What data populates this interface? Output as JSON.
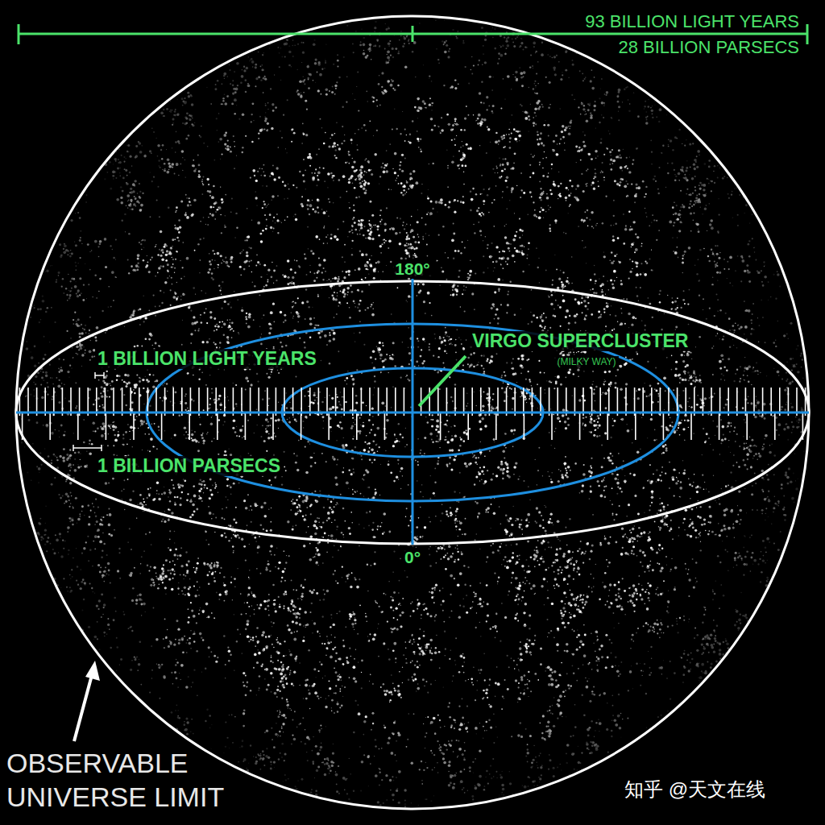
{
  "diagram": {
    "labels": [
      "93 BILLION LIGHT YEARS",
      "28 BILLION PARSECS",
      "180°",
      "VIRGO SUPERCLUSTER",
      "(MILKY WAY)",
      "1 BILLION LIGHT YEARS",
      "1 BILLION PARSECS",
      "0°",
      "OBSERVABLE UNIVERSE LIMIT",
      "知乎 @天文在线"
    ]
  }
}
